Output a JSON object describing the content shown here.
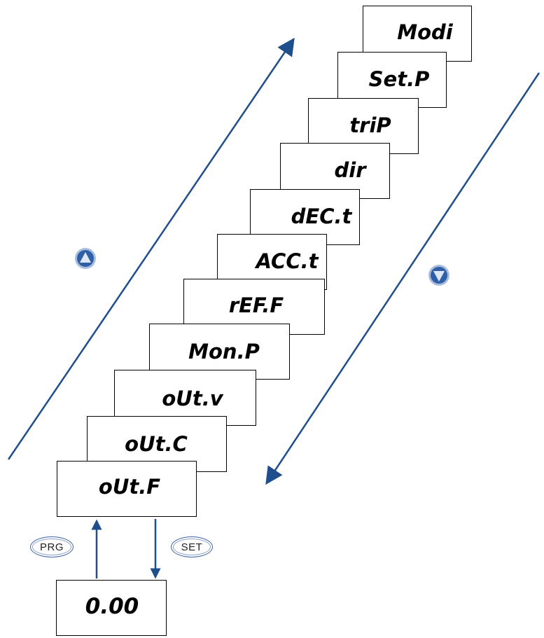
{
  "menu_items": [
    "Modi",
    "Set.P",
    "triP",
    "dir",
    "dEC.t",
    "ACC.t",
    "rEF.F",
    "Mon.P",
    "oUt.v",
    "oUt.C",
    "oUt.F"
  ],
  "display_value": "0.00",
  "keys": {
    "prg": "PRG",
    "set": "SET"
  },
  "icons": {
    "up_button": "up-arrow-button-icon",
    "down_button": "down-arrow-button-icon"
  },
  "colors": {
    "arrow": "#1f4e8c",
    "button_fill": "#2f5fa7",
    "button_ring": "#a9bddc",
    "key_border": "#3f63a8"
  }
}
